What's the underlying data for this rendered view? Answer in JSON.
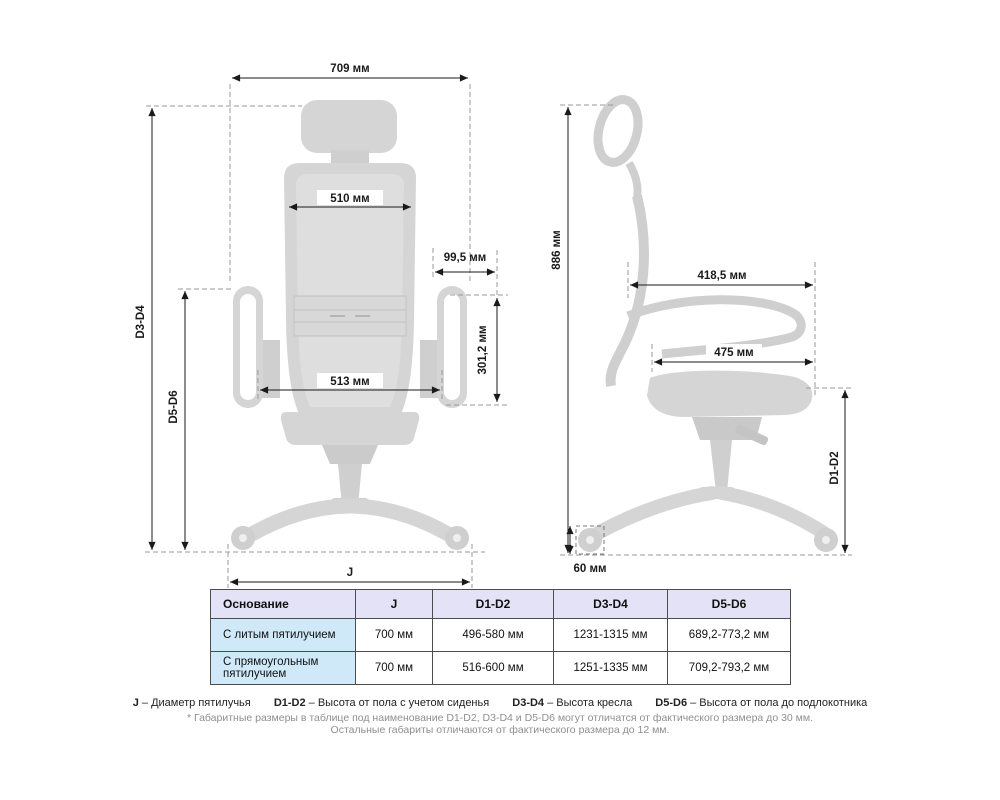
{
  "front_view": {
    "dim_top_width": "709 мм",
    "dim_back_width": "510 мм",
    "dim_headrest_offset": "99,5 мм",
    "dim_back_height": "301,2 мм",
    "dim_seat_width": "513 мм",
    "dim_chair_height": "D3-D4",
    "dim_armrest_height": "D5-D6",
    "dim_base_diameter": "J"
  },
  "side_view": {
    "dim_total_height": "886 мм",
    "dim_upper_depth": "418,5 мм",
    "dim_seat_depth": "475 мм",
    "dim_seat_height": "D1-D2",
    "dim_caster": "60 мм"
  },
  "table": {
    "headers": {
      "base": "Основание",
      "j": "J",
      "d1d2": "D1-D2",
      "d3d4": "D3-D4",
      "d5d6": "D5-D6"
    },
    "rows": [
      {
        "base": "С литым пятилучием",
        "j": "700 мм",
        "d1d2": "496-580 мм",
        "d3d4": "1231-1315 мм",
        "d5d6": "689,2-773,2 мм"
      },
      {
        "base": "С прямоугольным пятилучием",
        "j": "700 мм",
        "d1d2": "516-600 мм",
        "d3d4": "1251-1335 мм",
        "d5d6": "709,2-793,2 мм"
      }
    ]
  },
  "legend": {
    "items": [
      {
        "term": "J",
        "desc": " – Диаметр пятилучья"
      },
      {
        "term": "D1-D2",
        "desc": " – Высота от пола с учетом сиденья"
      },
      {
        "term": "D3-D4",
        "desc": " – Высота кресла"
      },
      {
        "term": "D5-D6",
        "desc": " – Высота от пола до подлокотника"
      }
    ]
  },
  "footnotes": {
    "line1": "* Габаритные размеры в таблице под наименование D1-D2, D3-D4 и D5-D6 могут отличатся от фактического размера до 30 мм.",
    "line2": "Остальные габариты отличаются от фактического размера до 12 мм."
  },
  "colors": {
    "chair_fill": "#d5d5d5",
    "table_header_bg": "#e3e2f6",
    "table_first_col_bg": "#cfe9f8",
    "dimension_line": "#1a1a1a",
    "footnote_text": "#8f8f8f"
  }
}
